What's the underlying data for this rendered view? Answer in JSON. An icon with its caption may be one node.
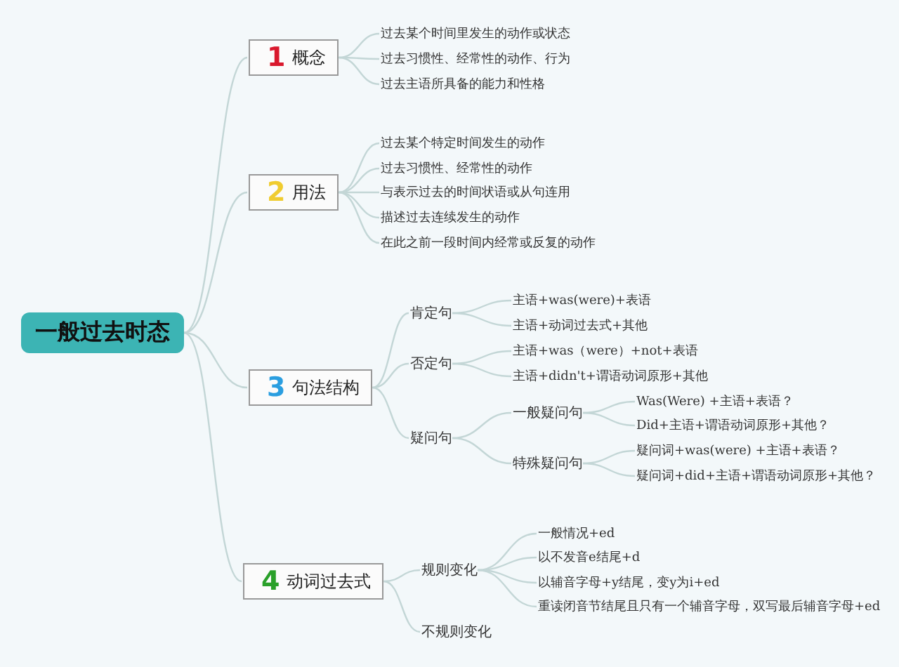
{
  "diagram": {
    "nodes": [
      {
        "text": [
          "一般过去时态"
        ]
      },
      {
        "text": [
          "1",
          "概念"
        ]
      },
      {
        "text": [
          "过去某个时间里发生的动作或状态"
        ]
      },
      {
        "text": [
          "过去习惯性、经常性的动作、行为"
        ]
      },
      {
        "text": [
          "过去主语所具备的能力和性格"
        ]
      },
      {
        "text": [
          "2",
          "用法"
        ]
      },
      {
        "text": [
          "过去某个特定时间发生的动作"
        ]
      },
      {
        "text": [
          "过去习惯性、经常性的动作"
        ]
      },
      {
        "text": [
          "与表示过去的时间状语或从句连用"
        ]
      },
      {
        "text": [
          "描述过去连续发生的动作"
        ]
      },
      {
        "text": [
          "在此之前一段时间内经常或反复的动作"
        ]
      },
      {
        "text": [
          "3",
          "句法结构"
        ]
      },
      {
        "text": [
          "肯定句"
        ]
      },
      {
        "text": [
          "主语+was(were)+表语"
        ]
      },
      {
        "text": [
          "主语+动词过去式+其他"
        ]
      },
      {
        "text": [
          "否定句"
        ]
      },
      {
        "text": [
          "主语+was（were）+not+表语"
        ]
      },
      {
        "text": [
          "主语+didn't+谓语动词原形+其他"
        ]
      },
      {
        "text": [
          "疑问句"
        ]
      },
      {
        "text": [
          "一般疑问句"
        ]
      },
      {
        "text": [
          "Was(Were) +主语+表语？"
        ]
      },
      {
        "text": [
          "Did+主语+谓语动词原形+其他？"
        ]
      },
      {
        "text": [
          "特殊疑问句"
        ]
      },
      {
        "text": [
          "疑问词+was(were) +主语+表语？"
        ]
      },
      {
        "text": [
          "疑问词+did+主语+谓语动词原形+其他？"
        ]
      },
      {
        "text": [
          "4",
          "动词过去式"
        ]
      },
      {
        "text": [
          "规则变化"
        ]
      },
      {
        "text": [
          "一般情况+ed"
        ]
      },
      {
        "text": [
          "以不发音e结尾+d"
        ]
      },
      {
        "text": [
          "以辅音字母+y结尾，变y为i+ed"
        ]
      },
      {
        "text": [
          "重读闭音节结尾且只有一个辅音字母，双写最后辅音字母+ed"
        ]
      },
      {
        "text": [
          "不规则变化"
        ]
      }
    ],
    "edges": [
      {
        "from": 0,
        "to": 1,
        "arrow": "none"
      },
      {
        "from": 1,
        "to": 2,
        "arrow": "none"
      },
      {
        "from": 1,
        "to": 3,
        "arrow": "none"
      },
      {
        "from": 1,
        "to": 4,
        "arrow": "none"
      },
      {
        "from": 0,
        "to": 5,
        "arrow": "none"
      },
      {
        "from": 5,
        "to": 6,
        "arrow": "none"
      },
      {
        "from": 5,
        "to": 7,
        "arrow": "none"
      },
      {
        "from": 5,
        "to": 8,
        "arrow": "none"
      },
      {
        "from": 5,
        "to": 9,
        "arrow": "none"
      },
      {
        "from": 5,
        "to": 10,
        "arrow": "none"
      },
      {
        "from": 0,
        "to": 11,
        "arrow": "none"
      },
      {
        "from": 11,
        "to": 12,
        "arrow": "none"
      },
      {
        "from": 12,
        "to": 13,
        "arrow": "none"
      },
      {
        "from": 12,
        "to": 14,
        "arrow": "none"
      },
      {
        "from": 11,
        "to": 15,
        "arrow": "none"
      },
      {
        "from": 15,
        "to": 16,
        "arrow": "none"
      },
      {
        "from": 15,
        "to": 17,
        "arrow": "none"
      },
      {
        "from": 11,
        "to": 18,
        "arrow": "none"
      },
      {
        "from": 18,
        "to": 19,
        "arrow": "none"
      },
      {
        "from": 19,
        "to": 20,
        "arrow": "none"
      },
      {
        "from": 19,
        "to": 21,
        "arrow": "none"
      },
      {
        "from": 18,
        "to": 22,
        "arrow": "none"
      },
      {
        "from": 22,
        "to": 23,
        "arrow": "none"
      },
      {
        "from": 22,
        "to": 24,
        "arrow": "none"
      },
      {
        "from": 0,
        "to": 25,
        "arrow": "none"
      },
      {
        "from": 25,
        "to": 26,
        "arrow": "none"
      },
      {
        "from": 26,
        "to": 27,
        "arrow": "none"
      },
      {
        "from": 26,
        "to": 28,
        "arrow": "none"
      },
      {
        "from": 26,
        "to": 29,
        "arrow": "none"
      },
      {
        "from": 26,
        "to": 30,
        "arrow": "none"
      },
      {
        "from": 25,
        "to": 31,
        "arrow": "none"
      }
    ]
  }
}
